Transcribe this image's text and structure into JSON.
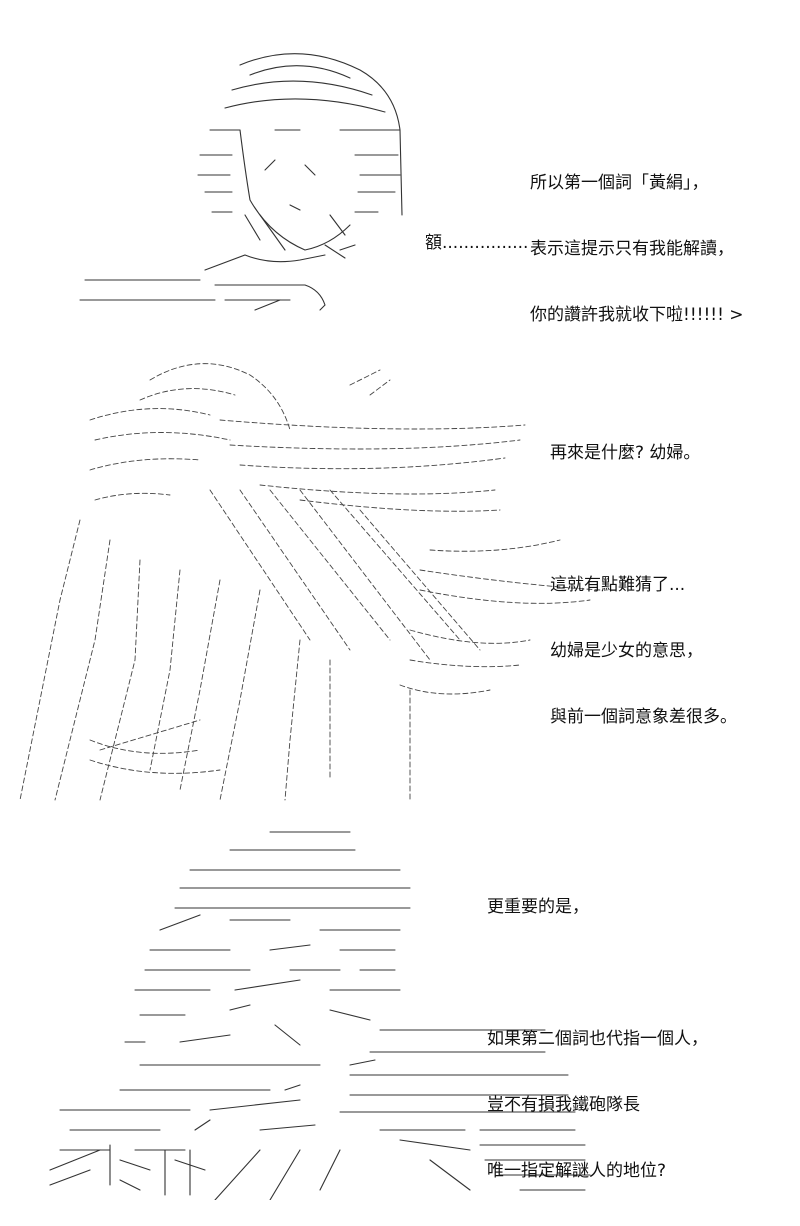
{
  "panels": [
    {
      "lines": [
        "所以第一個詞「黃絹」，",
        "表示這提示只有我能解讀，",
        "你的讚許我就收下啦!!!!!! >"
      ],
      "aside": "額................"
    },
    {
      "lines": [
        "再來是什麼? 幼婦。",
        "",
        "這就有點難猜了...",
        "幼婦是少女的意思，",
        "與前一個詞意象差很多。"
      ]
    },
    {
      "lines": [
        "更重要的是，",
        "",
        "如果第二個詞也代指一個人，",
        "豈不有損我鐵砲隊長",
        "唯一指定解謎人的地位?"
      ]
    }
  ]
}
